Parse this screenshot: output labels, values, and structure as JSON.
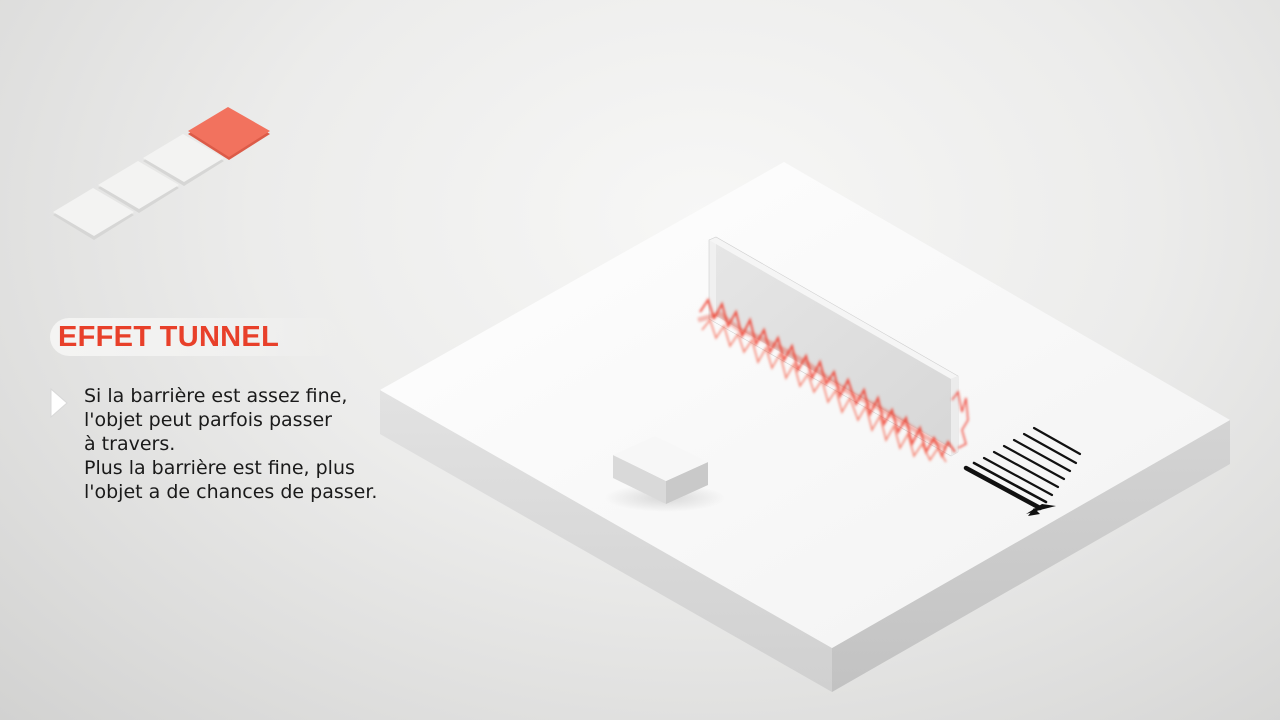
{
  "title": "EFFET TUNNEL",
  "description_lines": [
    "Si la barrière est assez fine,",
    "l'objet peut parfois passer",
    "à travers.",
    "Plus la barrière est fine, plus",
    "l'objet a de chances de passer."
  ],
  "progress": {
    "total_steps": 4,
    "active_step": 4
  },
  "colors": {
    "accent": "#e8402a",
    "active_step": "#f2725e",
    "inactive_step": "#f3f3f2",
    "wave": "#f03a2a",
    "text": "#1a1a1a"
  },
  "icons": {
    "bullet": "play-triangle-icon",
    "wave_arrow": "arrow-right-icon"
  }
}
